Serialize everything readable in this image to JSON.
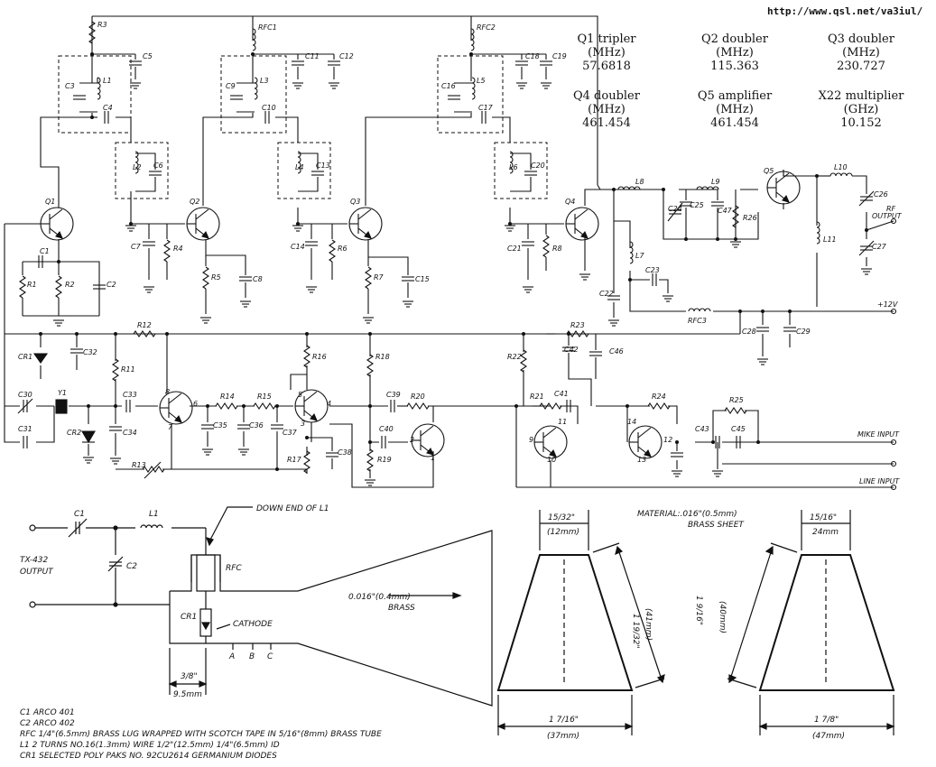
{
  "source_url": "http://www.qsl.net/va3iul/",
  "freq_table": [
    {
      "stage": "Q1 tripler",
      "unit": "(MHz)",
      "value": "57.6818"
    },
    {
      "stage": "Q2 doubler",
      "unit": "(MHz)",
      "value": "115.363"
    },
    {
      "stage": "Q3 doubler",
      "unit": "(MHz)",
      "value": "230.727"
    },
    {
      "stage": "Q4 doubler",
      "unit": "(MHz)",
      "value": "461.454"
    },
    {
      "stage": "Q5 amplifier",
      "unit": "(MHz)",
      "value": "461.454"
    },
    {
      "stage": "X22 multiplier",
      "unit": "(GHz)",
      "value": "10.152"
    }
  ],
  "labels": {
    "R3": "R3",
    "RFC1": "RFC1",
    "RFC2": "RFC2",
    "C5": "C5",
    "C11": "C11",
    "C12": "C12",
    "C18": "C18",
    "C19": "C19",
    "C3": "C3",
    "L1": "L1",
    "C4": "C4",
    "C9": "C9",
    "L3": "L3",
    "C10": "C10",
    "C16": "C16",
    "L5": "L5",
    "C17": "C17",
    "L2": "L2",
    "C6": "C6",
    "L4": "L4",
    "C13": "C13",
    "L6": "L6",
    "C20": "C20",
    "Q1": "Q1",
    "Q2": "Q2",
    "Q3": "Q3",
    "Q4": "Q4",
    "Q5": "Q5",
    "C1": "C1",
    "R1": "R1",
    "R2": "R2",
    "C2": "C2",
    "C7": "C7",
    "R4": "R4",
    "R5": "R5",
    "C8": "C8",
    "C14": "C14",
    "R6": "R6",
    "R7": "R7",
    "C15": "C15",
    "C21": "C21",
    "R8": "R8",
    "L8": "L8",
    "C24": "C24",
    "C25": "C25",
    "L9": "L9",
    "C47": "C47",
    "R26": "R26",
    "L10": "L10",
    "C26": "C26",
    "C27": "C27",
    "L11": "L11",
    "L7": "L7",
    "C22": "C22",
    "C23": "C23",
    "RFC3": "RFC3",
    "C28": "C28",
    "C29": "C29",
    "RF": "RF",
    "OUTPUT": "OUTPUT",
    "V12": "+12V",
    "R12": "R12",
    "CR1": "CR1",
    "C32": "C32",
    "R11": "R11",
    "C30": "C30",
    "Y1": "Y1",
    "C33": "C33",
    "C31": "C31",
    "CR2": "CR2",
    "C34": "C34",
    "R13": "R13",
    "R14": "R14",
    "R15": "R15",
    "C35": "C35",
    "C36": "C36",
    "C37": "C37",
    "R16": "R16",
    "R17": "R17",
    "C38": "C38",
    "R18": "R18",
    "C39": "C39",
    "R20": "R20",
    "C40": "C40",
    "R19": "R19",
    "R22": "R22",
    "R23": "R23",
    "C42": "C42",
    "C46": "C46",
    "R21": "R21",
    "C41": "C41",
    "R24": "R24",
    "R25": "R25",
    "C43": "C43",
    "C45": "C45",
    "MIKE": "MIKE INPUT",
    "LINE": "LINE INPUT",
    "p8": "8",
    "p6": "6",
    "p7": "7",
    "p5": "5",
    "p4": "4",
    "p3": "3",
    "p2": "2",
    "p1": "1",
    "p11": "11",
    "p9": "9",
    "p10": "10",
    "p14": "14",
    "p12": "12",
    "p13": "13"
  },
  "mixer": {
    "C1": "C1",
    "L1": "L1",
    "C2": "C2",
    "tx1": "TX-432",
    "tx2": "OUTPUT",
    "down_end": "DOWN END OF L1",
    "RFC": "RFC",
    "CR1": "CR1",
    "cathode": "CATHODE",
    "brass1": "0.016\"(0.4mm)",
    "brass2": "BRASS",
    "A": "A",
    "B": "B",
    "C": "C",
    "dim1": "3/8\"",
    "dim2": "9.5mm"
  },
  "horn": {
    "material1": "MATERIAL:.016\"(0.5mm)",
    "material2": "BRASS SHEET",
    "h1_top1": "15/32\"",
    "h1_top2": "(12mm)",
    "h1_side1": "1 19/32\"",
    "h1_side2": "(41mm)",
    "h1_bot1": "1 7/16\"",
    "h1_bot2": "(37mm)",
    "h2_top1": "15/16\"",
    "h2_top2": "24mm",
    "h2_side1": "1 9/16\"",
    "h2_side2": "(40mm)",
    "h2_bot1": "1 7/8\"",
    "h2_bot2": "(47mm)"
  },
  "notes": [
    "C1 ARCO 401",
    "C2 ARCO 402",
    "RFC 1/4\"(6.5mm) BRASS LUG WRAPPED WITH SCOTCH TAPE IN 5/16\"(8mm) BRASS TUBE",
    "L1 2 TURNS NO.16(1.3mm) WIRE 1/2\"(12.5mm) 1/4\"(6.5mm) ID",
    "CR1 SELECTED POLY PAKS NO. 92CU2614 GERMANIUM DIODES"
  ]
}
